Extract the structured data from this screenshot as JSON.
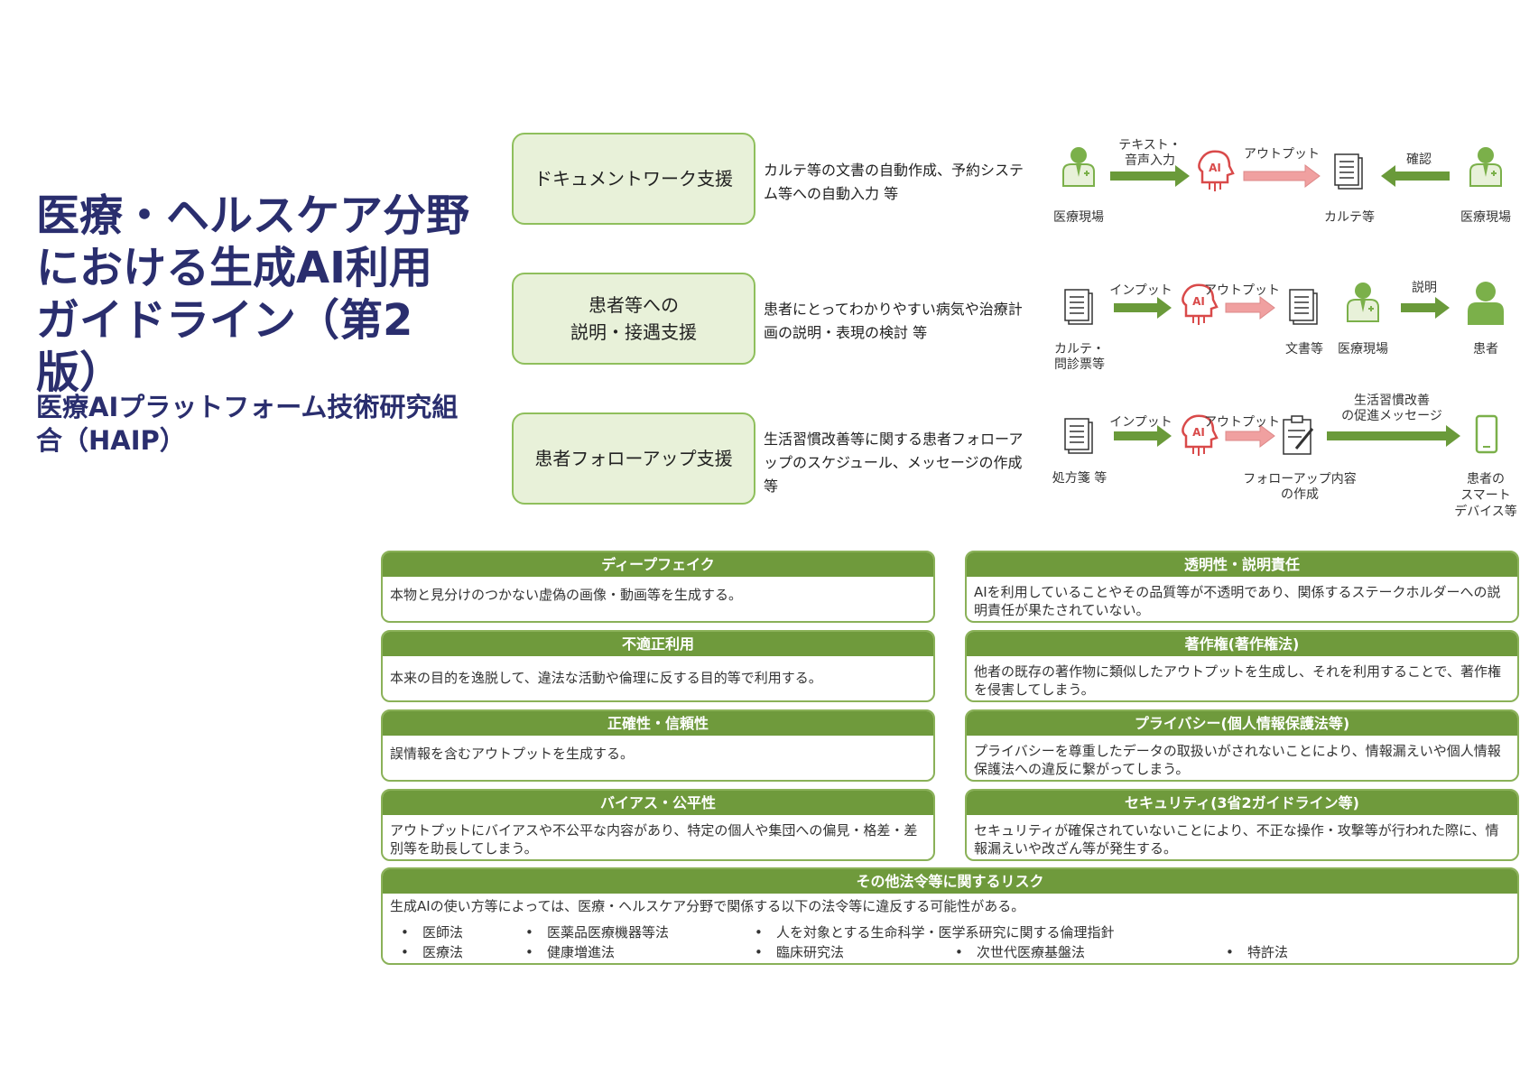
{
  "title": "医療・ヘルスケア分野における生成AI利用ガイドライン（第2版）",
  "organization": "医療AIプラットフォーム技術研究組合（HAIP）",
  "use_cases": [
    {
      "name": "ドキュメントワーク支援",
      "description": "カルテ等の文書の自動作成、予約システム等への自動入力 等"
    },
    {
      "name_line1": "患者等への",
      "name_line2": "説明・接遇支援",
      "description": "患者にとってわかりやすい病気や治療計画の説明・表現の検討 等"
    },
    {
      "name": "患者フォローアップ支援",
      "description": "生活習慣改善等に関する患者フォローアップのスケジュール、メッセージの作成 等"
    }
  ],
  "flows": {
    "row1": {
      "input_arrow_line1": "テキスト・",
      "input_arrow_line2": "音声入力",
      "output_arrow": "アウトプット",
      "confirm_arrow": "確認",
      "src_label": "医療現場",
      "doc_label": "カルテ等",
      "dst_label": "医療現場"
    },
    "row2": {
      "input_arrow": "インプット",
      "output_arrow": "アウトプット",
      "explain_arrow": "説明",
      "src_label_line1": "カルテ・",
      "src_label_line2": "問診票等",
      "doc_label": "文書等",
      "mid_label": "医療現場",
      "dst_label": "患者"
    },
    "row3": {
      "input_arrow": "インプット",
      "output_arrow": "アウトプット",
      "msg_arrow_line1": "生活習慣改善",
      "msg_arrow_line2": "の促進メッセージ",
      "src_label": "処方箋 等",
      "doc_label_line1": "フォローアップ内容",
      "doc_label_line2": "の作成",
      "dst_label_line1": "患者の",
      "dst_label_line2": "スマート",
      "dst_label_line3": "デバイス等"
    },
    "ai_badge": "AI"
  },
  "risks": [
    {
      "title": "ディープフェイク",
      "body": "本物と見分けのつかない虚偽の画像・動画等を生成する。"
    },
    {
      "title": "透明性・説明責任",
      "body": "AIを利用していることやその品質等が不透明であり、関係するステークホルダーへの説明責任が果たされていない。"
    },
    {
      "title": "不適正利用",
      "body": "本来の目的を逸脱して、違法な活動や倫理に反する目的等で利用する。"
    },
    {
      "title": "著作権(著作権法)",
      "body": "他者の既存の著作物に類似したアウトプットを生成し、それを利用することで、著作権を侵害してしまう。"
    },
    {
      "title": "正確性・信頼性",
      "body": "誤情報を含むアウトプットを生成する。"
    },
    {
      "title": "プライバシー(個人情報保護法等)",
      "body": "プライバシーを尊重したデータの取扱いがされないことにより、情報漏えいや個人情報保護法への違反に繋がってしまう。"
    },
    {
      "title": "バイアス・公平性",
      "body": "アウトプットにバイアスや不公平な内容があり、特定の個人や集団への偏見・格差・差別等を助長してしまう。"
    },
    {
      "title": "セキュリティ(3省2ガイドライン等)",
      "body": "セキュリティが確保されていないことにより、不正な操作・攻撃等が行われた際に、情報漏えいや改ざん等が発生する。"
    }
  ],
  "other_laws": {
    "title": "その他法令等に関するリスク",
    "intro": "生成AIの使い方等によっては、医療・ヘルスケア分野で関係する以下の法令等に違反する可能性がある。",
    "bullet": "•",
    "items": [
      "医師法",
      "医療法",
      "医薬品医療機器等法",
      "健康増進法",
      "人を対象とする生命科学・医学系研究に関する倫理指針",
      "臨床研究法",
      "次世代医療基盤法",
      "特許法"
    ]
  },
  "colors": {
    "title": "#2a2e6e",
    "box_fill": "#e8f1d9",
    "box_border": "#8fbf5c",
    "risk_header": "#6f9a3c",
    "green_arrow": "#6a9a3a",
    "pink_arrow": "#f0a0a0",
    "ai_red": "#d94a4a"
  }
}
